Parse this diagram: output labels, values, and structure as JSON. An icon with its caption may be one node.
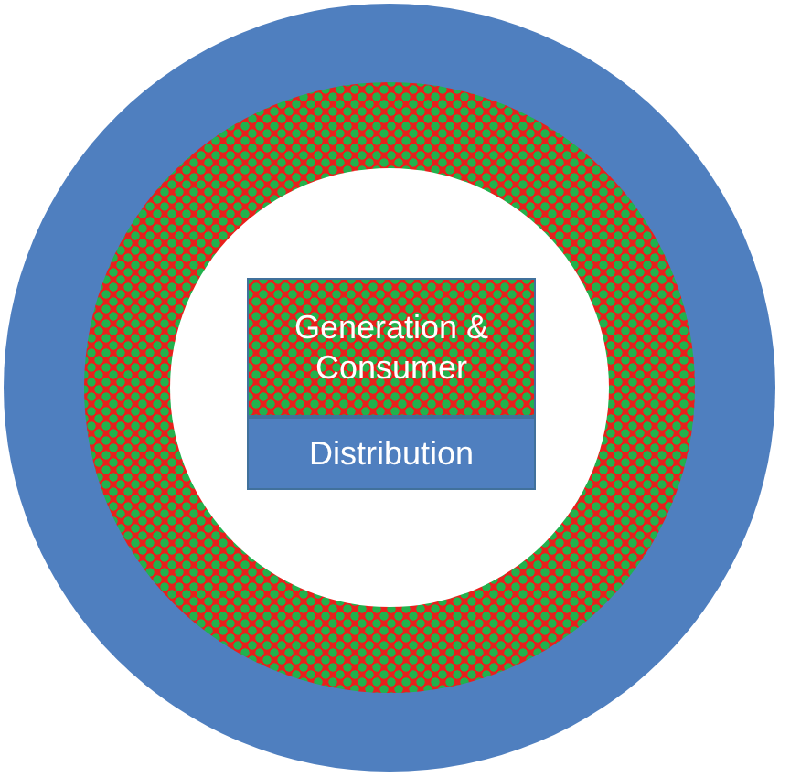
{
  "diagram": {
    "nodes": [
      {
        "text": [],
        "shape": "circle"
      },
      {
        "text": [],
        "shape": "circle",
        "in": 0
      },
      {
        "text": [],
        "shape": "circle",
        "in": 1
      },
      {
        "text": [
          "Generation & Consumer"
        ],
        "in": 2
      },
      {
        "text": [
          "Distribution"
        ],
        "in": 2
      }
    ]
  }
}
